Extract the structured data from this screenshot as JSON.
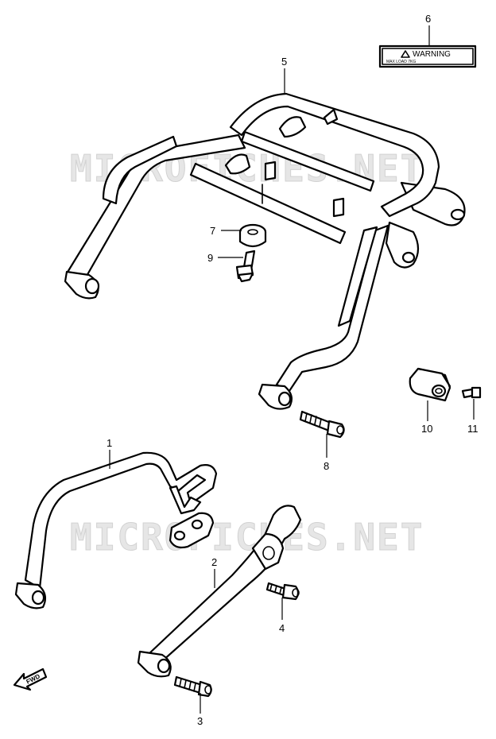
{
  "watermark": {
    "text": "MICROFICHES.NET"
  },
  "warning_label": {
    "title": "WARNING",
    "fine_print": "MAX LOAD 7KG"
  },
  "direction_arrow": {
    "text": "FWD"
  },
  "callouts": [
    {
      "id": "c1",
      "number": "1"
    },
    {
      "id": "c2",
      "number": "2"
    },
    {
      "id": "c3",
      "number": "3"
    },
    {
      "id": "c4",
      "number": "4"
    },
    {
      "id": "c5",
      "number": "5"
    },
    {
      "id": "c6",
      "number": "6"
    },
    {
      "id": "c7",
      "number": "7"
    },
    {
      "id": "c8",
      "number": "8"
    },
    {
      "id": "c9",
      "number": "9"
    },
    {
      "id": "c10",
      "number": "10"
    },
    {
      "id": "c11",
      "number": "11"
    }
  ],
  "colors": {
    "line": "#000000",
    "background": "#ffffff",
    "watermark": "#e6e6e6"
  }
}
